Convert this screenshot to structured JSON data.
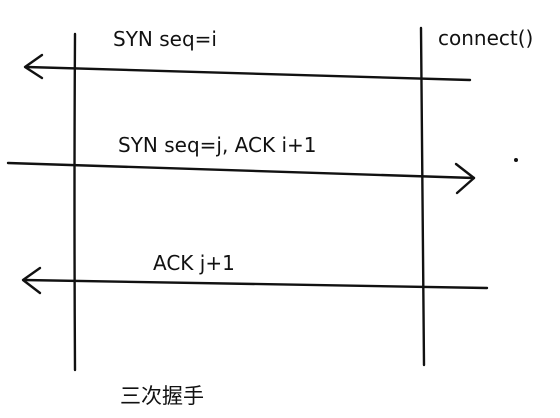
{
  "diagram": {
    "lifeline_label_right": "connect()",
    "messages": [
      {
        "label": "SYN seq=i",
        "direction": "right-to-left"
      },
      {
        "label": "SYN seq=j, ACK i+1",
        "direction": "left-to-right"
      },
      {
        "label": "ACK j+1",
        "direction": "right-to-left"
      }
    ],
    "caption": "三次握手"
  }
}
